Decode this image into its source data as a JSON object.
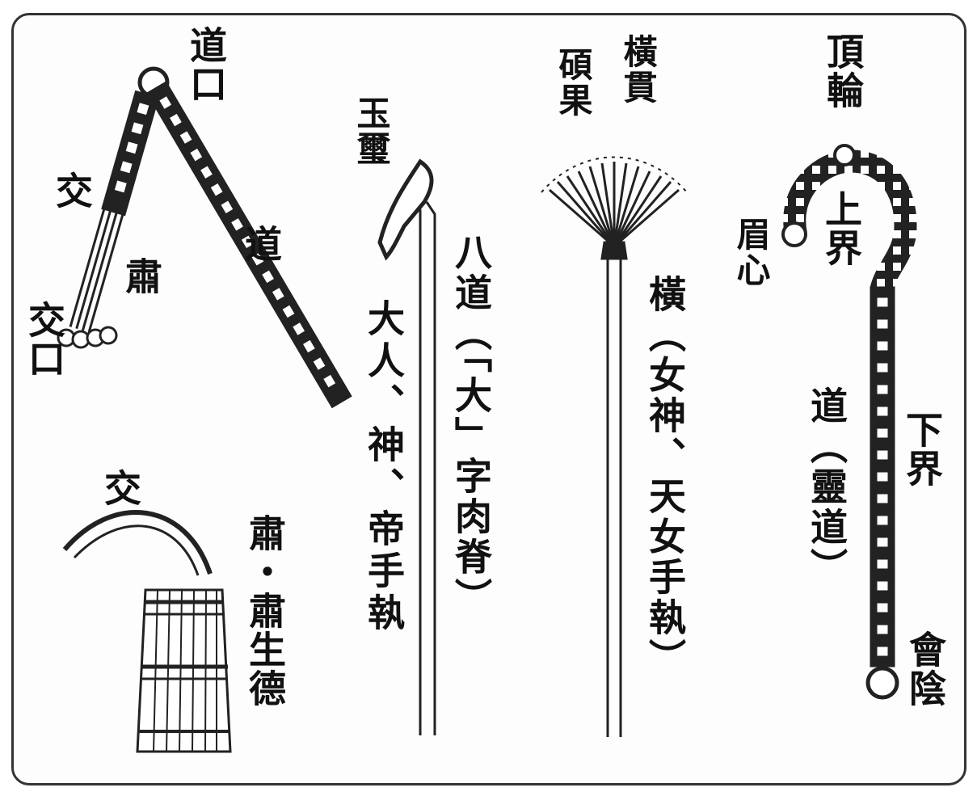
{
  "labels": {
    "daokou": "道口",
    "dao_left": "道",
    "jiao_top": "交",
    "su_left": "肅",
    "jiaokou": "交口",
    "jiao_bottom": "交",
    "su_text": "肅・肅生德",
    "yuxi": "玉璽",
    "badao": "八道（「大」字肉脊）",
    "daren": "大人、神、帝手執",
    "shuobu": "碩果",
    "hengguan": "橫貫",
    "heng_text": "橫（女神、天女手執）",
    "dinglun": "頂輪",
    "meixin": "眉心",
    "shangjie": "上界",
    "xiajie": "下界",
    "dao_right": "道（靈道）",
    "huiyin": "會陰"
  }
}
